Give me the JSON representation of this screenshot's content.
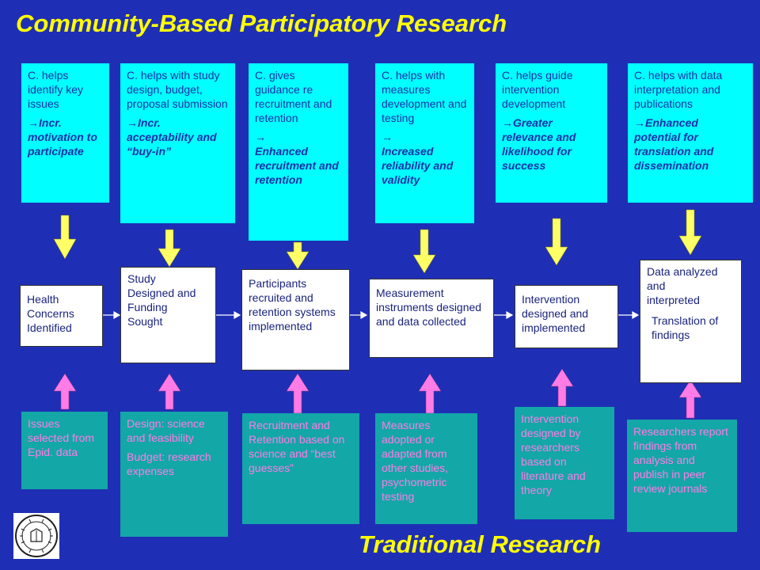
{
  "title": "Community-Based Participatory Research",
  "footer_title": "Traditional Research",
  "community": [
    {
      "text": "C.  helps identify key issues",
      "result": "Incr. motivation to participate"
    },
    {
      "text": "C. helps with study design, budget, proposal submission",
      "result": "Incr. acceptability and “buy-in”"
    },
    {
      "text": "C. gives guidance re recruitment and retention",
      "result": "Enhanced recruitment and retention"
    },
    {
      "text": "C. helps with measures development and testing",
      "result": "Increased reliability and validity"
    },
    {
      "text": "C. helps guide intervention development",
      "result": "Greater relevance and likelihood for success"
    },
    {
      "text": "C. helps with data interpretation and publications",
      "result": "Enhanced potential for translation and dissemination"
    }
  ],
  "arrow_glyph": "→",
  "steps": [
    {
      "line1": "Health Concerns Identified",
      "line2": ""
    },
    {
      "line1": "Study Designed and Funding Sought",
      "line2": ""
    },
    {
      "line1": "Participants recruited and retention systems implemented",
      "line2": ""
    },
    {
      "line1": "Measurement instruments designed and data collected",
      "line2": ""
    },
    {
      "line1": "Intervention designed and implemented",
      "line2": ""
    },
    {
      "line1": "Data analyzed and interpreted",
      "line2": "Translation of findings"
    }
  ],
  "traditional": [
    {
      "line1": "Issues selected from Epid. data",
      "line2": ""
    },
    {
      "line1": "Design: science and feasibility",
      "line2": "Budget: research expenses"
    },
    {
      "line1": "Recruitment and Retention based on science and “best guesses”",
      "line2": ""
    },
    {
      "line1": "Measures adopted or adapted from other studies, psychometric testing",
      "line2": ""
    },
    {
      "line1": "Intervention designed by researchers based on literature and theory",
      "line2": ""
    },
    {
      "line1": "Researchers report findings from analysis and publish in peer review journals",
      "line2": ""
    }
  ],
  "colors": {
    "background": "#1f2fb5",
    "title": "#ffff00",
    "community_box": "#00ffff",
    "traditional_box": "#13a7a7",
    "traditional_text": "#ff7be6",
    "up_arrow": "#ff7be6",
    "down_arrow": "#ffff66"
  },
  "icons": {
    "seal": "university-seal-icon"
  }
}
